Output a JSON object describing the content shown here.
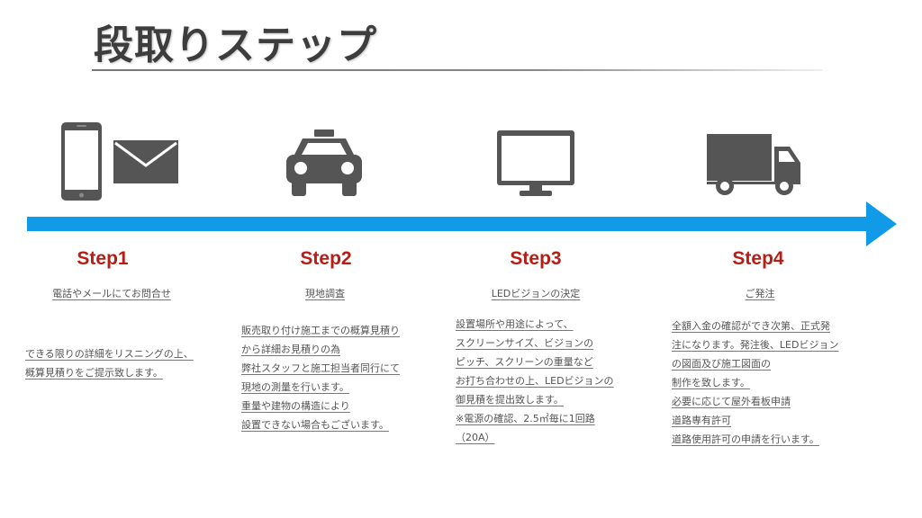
{
  "title": "段取りステップ",
  "colors": {
    "accent_blue": "#109ae8",
    "step_red": "#b81c14",
    "icon_gray": "#555555"
  },
  "steps": [
    {
      "label": "Step1",
      "subtitle": "電話やメールにてお問合せ",
      "icons": [
        "smartphone-icon",
        "envelope-icon"
      ],
      "lines": [
        "できる限りの詳細をリスニングの上、",
        "概算見積りをご提示致します。"
      ]
    },
    {
      "label": "Step2",
      "subtitle": "現地調査",
      "icons": [
        "taxi-icon"
      ],
      "lines": [
        "販売取り付け施工までの概算見積り",
        "から詳細お見積りの為",
        "弊社スタッフと施工担当者同行にて",
        "現地の測量を行います。",
        "重量や建物の構造により",
        "設置できない場合もございます。"
      ]
    },
    {
      "label": "Step3",
      "subtitle": "LEDビジョンの決定",
      "icons": [
        "monitor-icon"
      ],
      "lines": [
        "設置場所や用途によって、",
        "スクリーンサイズ、ビジョンの",
        "ピッチ、スクリーンの重量など",
        "お打ち合わせの上、LEDビジョンの",
        "御見積を提出致します。",
        "※電源の確認、2.5㎡毎に1回路",
        "（20A）"
      ]
    },
    {
      "label": "Step4",
      "subtitle": "ご発注",
      "icons": [
        "truck-icon"
      ],
      "lines": [
        "全額入金の確認ができ次第、正式発",
        "注になります。発注後、LEDビジョン",
        "の図面及び施工図面の",
        "制作を致します。",
        "必要に応じて屋外看板申請",
        "道路専有許可",
        "道路使用許可の申請を行います。"
      ]
    }
  ]
}
